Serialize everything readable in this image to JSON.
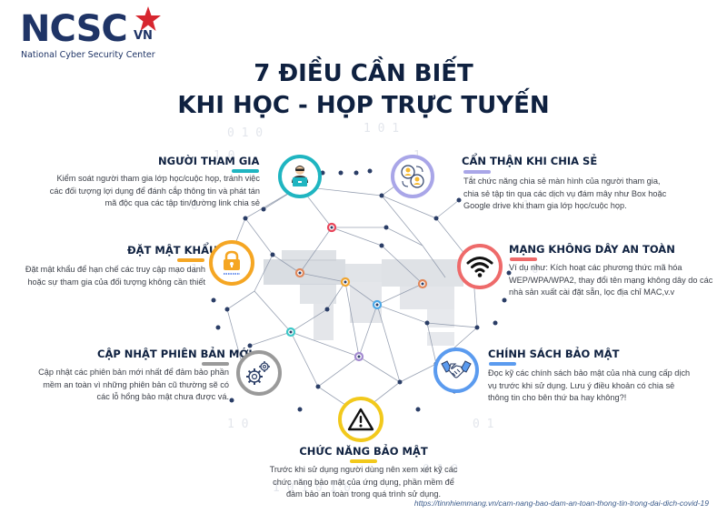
{
  "logo": {
    "wordmark": "NCSC",
    "suffix": "VN",
    "subtitle": "National Cyber Security Center",
    "colors": {
      "navy": "#1f3466",
      "red": "#d7262f"
    }
  },
  "title": {
    "line1": "7 ĐIỀU CẦN BIẾT",
    "line2": "KHI HỌC - HỌP TRỰC TUYẾN"
  },
  "items": [
    {
      "id": "nguoi-tham-gia",
      "title": "NGƯỜI THAM GIA",
      "description": "Kiểm soát người tham gia lớp học/cuộc họp, tránh việc các đối tượng lợi dụng để đánh cắp thông tin và phát tán mã độc qua các tập tin/đường link chia sẻ",
      "icon": "hacker-laptop-icon",
      "color": "#1fb5c1"
    },
    {
      "id": "can-than-khi-chia-se",
      "title": "CẨN THẬN KHI CHIA SẺ",
      "description": "Tắt chức năng chia sẻ màn hình của người tham gia, chia sẻ tập tin qua các dịch vụ đám mây như Box hoặc Google drive khi tham gia lớp học/cuộc họp.",
      "icon": "share-users-icon",
      "color": "#a9a6e8"
    },
    {
      "id": "dat-mat-khau",
      "title": "ĐẶT MẬT KHẨU",
      "description": "Đặt mật khẩu để hạn chế các truy cập mạo danh hoặc sự tham gia của đối tượng không cần thiết",
      "icon": "padlock-icon",
      "color": "#f5a623"
    },
    {
      "id": "mang-khong-day-an-toan",
      "title": "MẠNG KHÔNG DÂY AN TOÀN",
      "description": "Ví dụ như: Kích hoạt các phương thức mã hóa WEP/WPA/WPA2, thay đổi tên mạng không dây do các nhà sản xuất cài đặt sẵn, lọc địa chỉ MAC,v.v",
      "icon": "wifi-icon",
      "color": "#ee6a6a"
    },
    {
      "id": "cap-nhat-phien-ban-moi",
      "title": "CẬP NHẬT PHIÊN BẢN MỚI",
      "description": "Cập nhật các phiên bản mới nhất để đảm bảo phần mềm an toàn vì những phiên bản cũ thường sẽ có các lỗ hổng bảo mật chưa được vá.",
      "icon": "gears-icon",
      "color": "#9a9a9a"
    },
    {
      "id": "chinh-sach-bao-mat",
      "title": "CHÍNH SÁCH BẢO MẬT",
      "description": "Đọc kỹ các chính sách bảo mật của nhà cung cấp dịch vụ trước khi sử dụng. Lưu ý điều khoản có chia sẻ thông tin cho bên thứ ba hay không?!",
      "icon": "handshake-icon",
      "color": "#5b9bef"
    },
    {
      "id": "chuc-nang-bao-mat",
      "title": "CHỨC NĂNG BẢO MẬT",
      "description": "Trước khi sử dụng người dùng nên xem xét kỹ các chức năng bảo mật của ứng dụng, phần mềm để đảm bảo an toàn trong quá trình sử dụng.",
      "icon": "warning-icon",
      "color": "#f2c91c"
    }
  ],
  "source": "https://tinnhiemmang.vn/cam-nang-bao-dam-an-toan-thong-tin-trong-dai-dich-covid-19"
}
